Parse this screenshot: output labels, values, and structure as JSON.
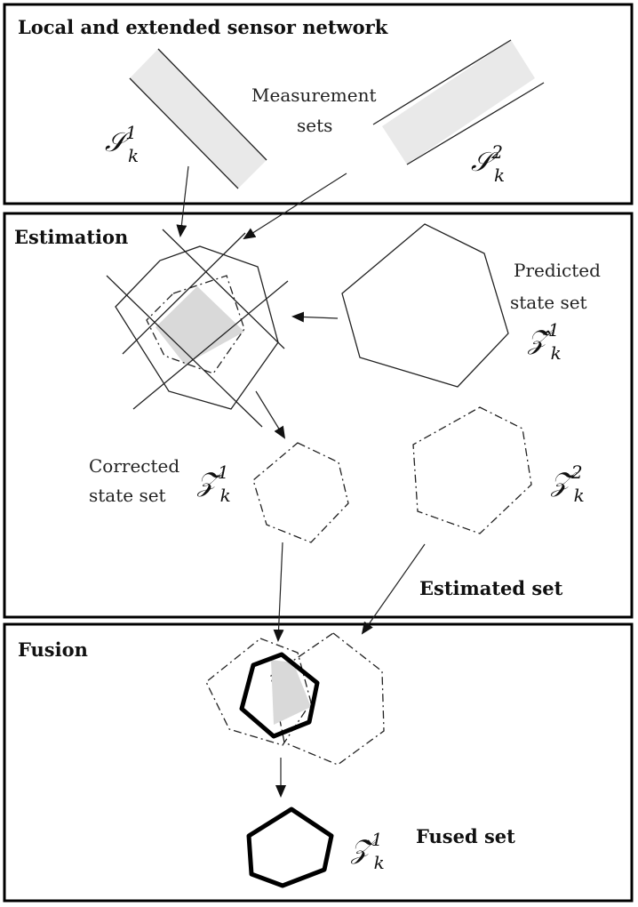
{
  "sections": {
    "network": {
      "title": "Local and extended sensor network"
    },
    "estimation": {
      "title": "Estimation"
    },
    "fusion": {
      "title": "Fusion"
    }
  },
  "labels": {
    "measurement_sets_line1": "Measurement",
    "measurement_sets_line2": "sets",
    "predicted_line1": "Predicted",
    "predicted_line2": "state set",
    "corrected_line1": "Corrected",
    "corrected_line2": "state set",
    "estimated_set": "Estimated set",
    "fused_set": "Fused set"
  },
  "math": {
    "s1": {
      "base": "𝒮",
      "sup": "1",
      "sub": "k"
    },
    "s2": {
      "base": "𝒮",
      "sup": "2",
      "sub": "k"
    },
    "z_pred": {
      "base": "𝒵̂",
      "sup": "1",
      "sub": "k"
    },
    "z_corr1": {
      "base": "𝒵̄",
      "sup": "1",
      "sub": "k"
    },
    "z_corr2": {
      "base": "𝒵̄",
      "sup": "2",
      "sub": "k"
    },
    "z_fused": {
      "base": "𝒵̀",
      "sup": "1",
      "sub": "k"
    }
  }
}
